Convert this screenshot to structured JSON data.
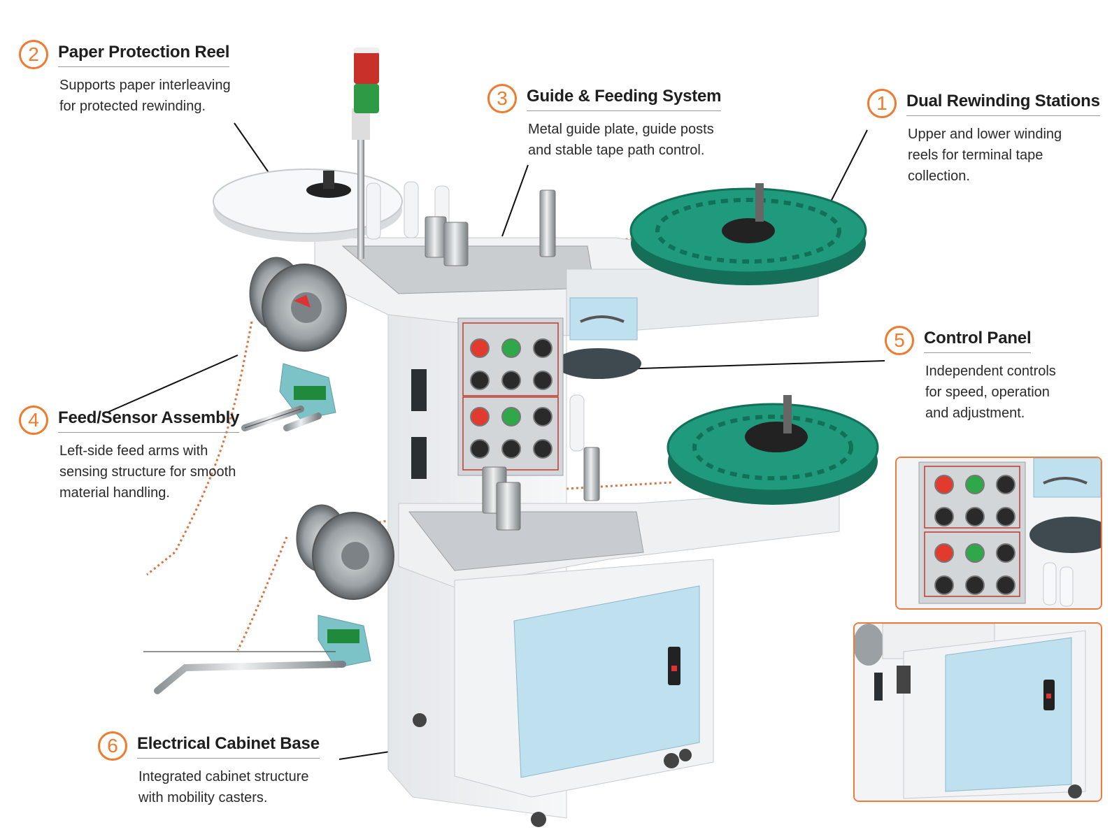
{
  "callouts": [
    {
      "id": "1",
      "number": "1",
      "title": "Dual Rewinding Stations",
      "lines": [
        "Upper and lower winding",
        "reels for terminal tape",
        "collection."
      ]
    },
    {
      "id": "2",
      "number": "2",
      "title": "Paper Protection Reel",
      "lines": [
        "Supports paper interleaving",
        "for protected rewinding."
      ]
    },
    {
      "id": "3",
      "number": "3",
      "title": "Guide & Feeding System",
      "lines": [
        "Metal guide plate, guide posts",
        "and stable tape path control."
      ]
    },
    {
      "id": "4",
      "number": "4",
      "title": "Feed/Sensor Assembly",
      "lines": [
        "Left-side feed arms with",
        "sensing structure for smooth",
        "material handling."
      ]
    },
    {
      "id": "5",
      "number": "5",
      "title": "Control Panel",
      "lines": [
        "Independent controls",
        "for speed, operation",
        "and adjustment."
      ]
    },
    {
      "id": "6",
      "number": "6",
      "title": "Electrical Cabinet Base",
      "lines": [
        "Integrated cabinet structure",
        "with mobility casters."
      ]
    }
  ],
  "colors": {
    "accent": "#f07a2e",
    "reel_green": "#1f9a7c",
    "cabinet_blue": "#bfe0ee",
    "machine_white": "#f2f3f4",
    "button_red": "#e23b2e",
    "button_green": "#2fa84a"
  }
}
